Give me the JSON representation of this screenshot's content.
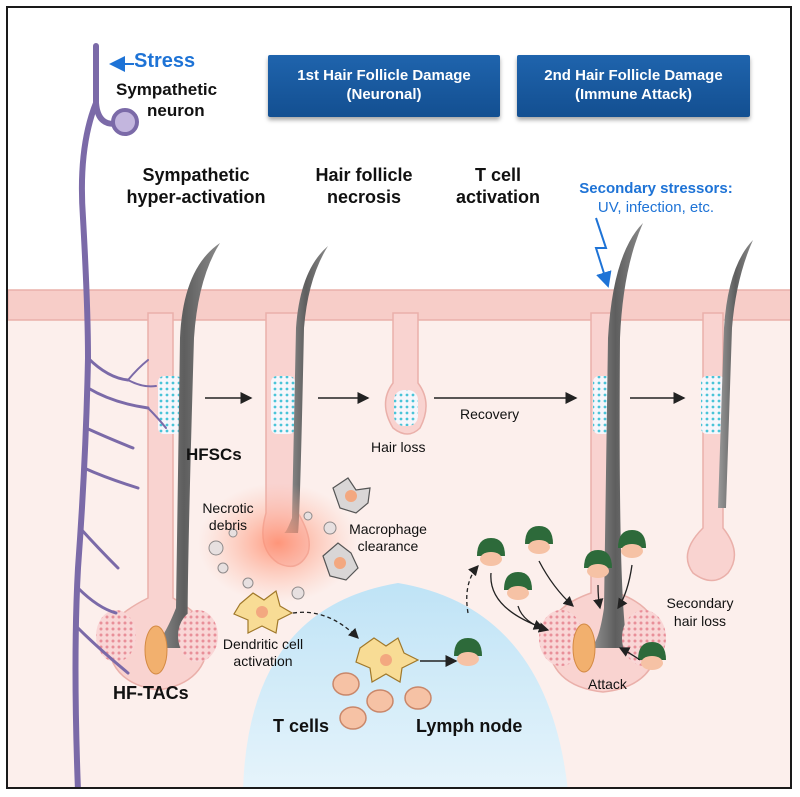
{
  "labels": {
    "stress": "Stress",
    "neuron_line1": "Sympathetic",
    "neuron_line2": "neuron",
    "hfscs": "HFSCs",
    "hf_tacs": "HF-TACs",
    "hair_loss": "Hair loss",
    "recovery": "Recovery",
    "necrotic_line1": "Necrotic",
    "necrotic_line2": "debris",
    "macrophage_line1": "Macrophage",
    "macrophage_line2": "clearance",
    "dendritic_line1": "Dendritic cell",
    "dendritic_line2": "activation",
    "t_cells": "T cells",
    "lymph_node": "Lymph node",
    "attack": "Attack",
    "secondary_loss_line1": "Secondary",
    "secondary_loss_line2": "hair loss"
  },
  "banners": [
    {
      "line1": "1st Hair Follicle Damage",
      "line2": "(Neuronal)"
    },
    {
      "line1": "2nd Hair Follicle Damage",
      "line2": "(Immune Attack)"
    }
  ],
  "stages": [
    {
      "line1": "Sympathetic",
      "line2": "hyper-activation"
    },
    {
      "line1": "Hair follicle",
      "line2": "necrosis"
    },
    {
      "line1": "T cell",
      "line2": "activation"
    }
  ],
  "secondary_stressors": {
    "title": "Secondary stressors:",
    "detail": "UV, infection, etc."
  },
  "colors": {
    "banner_blue": "#1a5ba3",
    "stress_blue": "#1e73d6",
    "neuron_purple": "#7b6aa8",
    "skin_pink": "#f7d3ce",
    "hair_gray": "#6e6e6e",
    "stem_cell_cyan": "#5fcfe0",
    "lymph_blue": "#cfe9f7",
    "tcell_helmet_green": "#2d6a3a"
  }
}
